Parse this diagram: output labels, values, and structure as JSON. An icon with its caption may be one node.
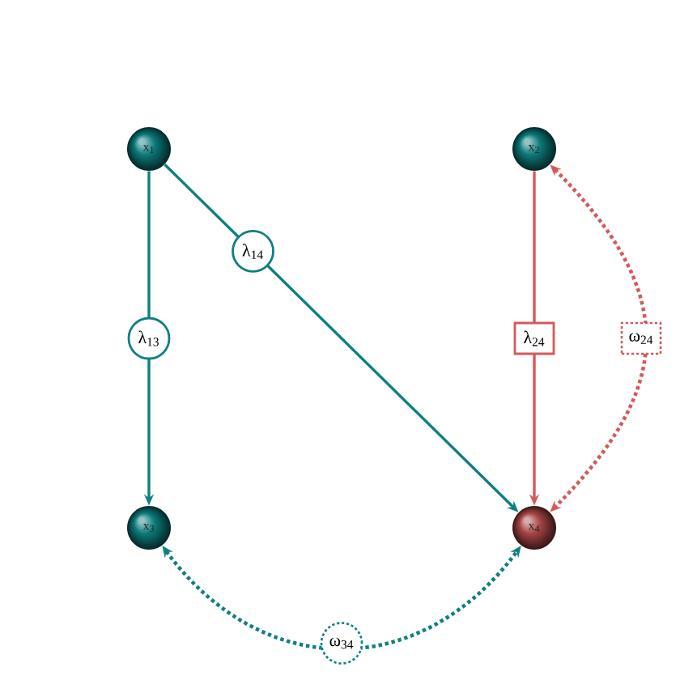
{
  "diagram": {
    "nodes": [
      {
        "text": [
          "x$_{1}$"
        ]
      },
      {
        "text": [
          "x$_{2}$"
        ]
      },
      {
        "text": [
          "x$_{3}$"
        ]
      },
      {
        "text": [
          "x$_{4}$"
        ]
      }
    ],
    "edges": [
      {
        "from": 0,
        "to": 2,
        "arrow": "to",
        "label": "λ$_{13}$"
      },
      {
        "from": 0,
        "to": 3,
        "arrow": "to",
        "label": "λ$_{14}$"
      },
      {
        "from": 1,
        "to": 3,
        "arrow": "to",
        "label": "λ$_{24}$",
        "color": "#d35a5a"
      },
      {
        "from": 1,
        "to": 3,
        "arrow": "both",
        "label": "ω$_{24}$",
        "style": "dashed",
        "color": "#d35a5a"
      },
      {
        "from": 2,
        "to": 3,
        "arrow": "both",
        "label": "ω$_{34}$",
        "style": "dashed"
      }
    ]
  }
}
